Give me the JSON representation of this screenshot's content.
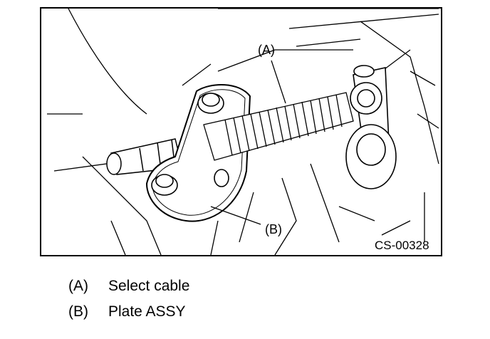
{
  "figure": {
    "id": "CS-00328",
    "callouts": {
      "a": "(A)",
      "b": "(B)"
    }
  },
  "legend": [
    {
      "key": "(A)",
      "text": "Select cable"
    },
    {
      "key": "(B)",
      "text": "Plate ASSY"
    }
  ]
}
